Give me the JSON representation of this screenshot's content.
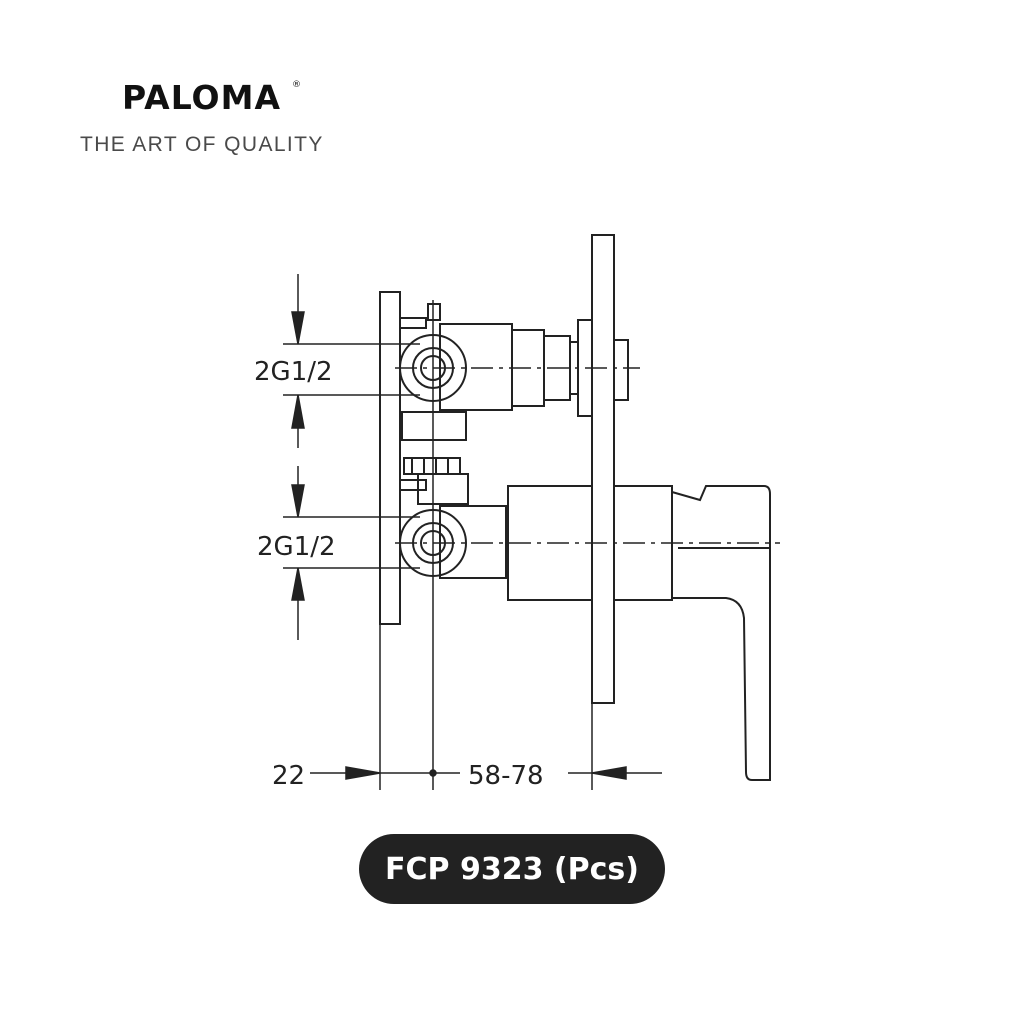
{
  "brand": {
    "logo_text": "PALOMA",
    "registered_mark": "®",
    "tagline": "THE ART OF QUALITY"
  },
  "drawing": {
    "upper_port_label": "2G1/2",
    "lower_port_label": "2G1/2",
    "depth_left_label": "22",
    "depth_right_label": "58-78"
  },
  "product": {
    "code_label": "FCP 9323 (Pcs)"
  }
}
